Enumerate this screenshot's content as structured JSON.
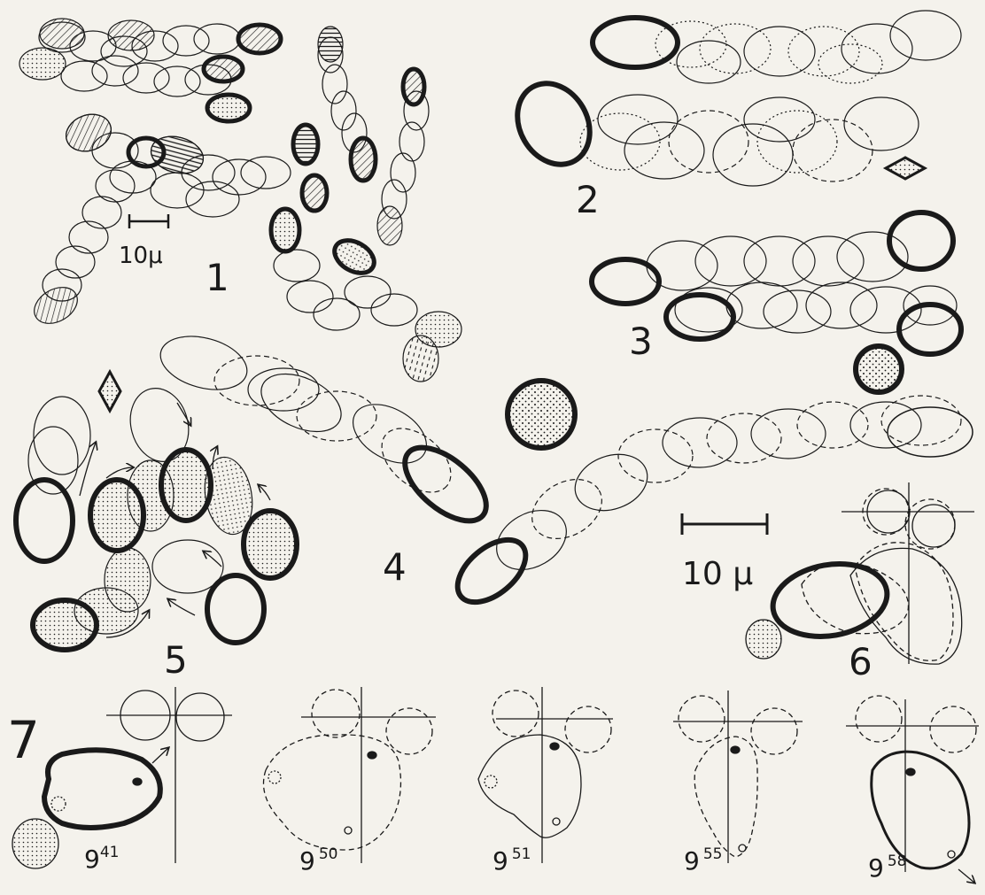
{
  "figure_numbers": {
    "f1": "1",
    "f2": "2",
    "f3": "3",
    "f4": "4",
    "f5": "5",
    "f6": "6",
    "f7": "7"
  },
  "scale_bars": {
    "small": "10μ",
    "large": "10 μ"
  },
  "time_labels": [
    {
      "hour": "9",
      "minute": "41"
    },
    {
      "hour": "9",
      "minute": "50"
    },
    {
      "hour": "9",
      "minute": "51"
    },
    {
      "hour": "9",
      "minute": "55"
    },
    {
      "hour": "9",
      "minute": "58"
    }
  ],
  "colors": {
    "ink": "#1a1a1a",
    "paper": "#f4f2ec"
  },
  "icons": [
    "diamond-marker-icon",
    "arrow-icon",
    "stippled-cell-icon"
  ]
}
